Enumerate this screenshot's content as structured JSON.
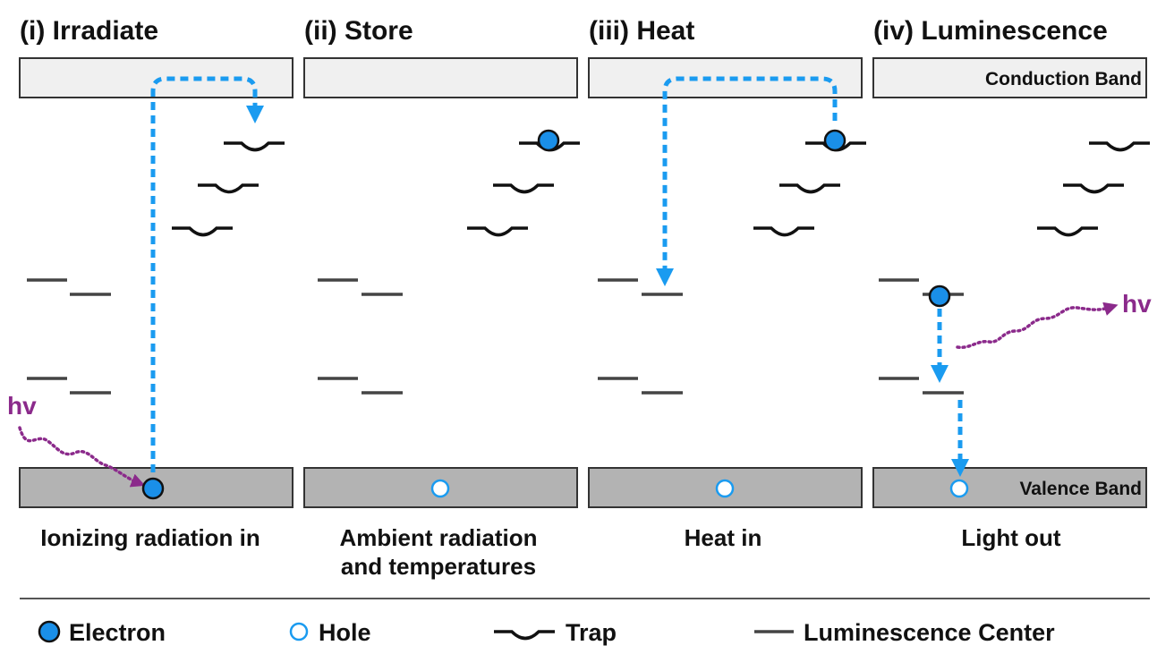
{
  "panels": [
    {
      "title": "(i) Irradiate",
      "caption": [
        "Ionizing radiation in"
      ]
    },
    {
      "title": "(ii) Store",
      "caption": [
        "Ambient radiation",
        "and temperatures"
      ]
    },
    {
      "title": "(iii) Heat",
      "caption": [
        "Heat in"
      ]
    },
    {
      "title": "(iv) Luminescence",
      "caption": [
        "Light out"
      ]
    }
  ],
  "bands": {
    "conduction_label": "Conduction Band",
    "valence_label": "Valence Band"
  },
  "photon_label": "hv",
  "legend": {
    "electron": "Electron",
    "hole": "Hole",
    "trap": "Trap",
    "luminescence_center": "Luminescence Center"
  },
  "colors": {
    "electron_fill": "#1a8fe8",
    "hole_stroke": "#1a8fe8",
    "arrow": "#1a9bf0",
    "photon": "#8b2a8b",
    "conduction_band": "#f0f0f0",
    "valence_band": "#b3b3b3",
    "luminescence_center": "#444444",
    "trap": "#111111"
  }
}
